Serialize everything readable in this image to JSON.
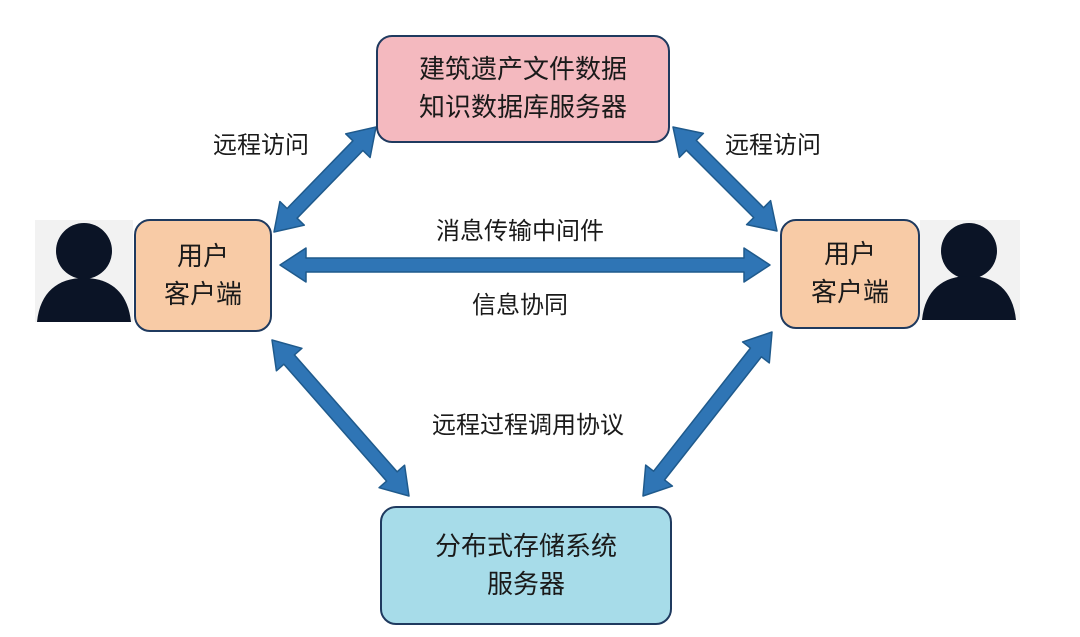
{
  "nodes": {
    "knowledge_server": {
      "line1": "建筑遗产文件数据",
      "line2": "知识数据库服务器"
    },
    "client_left": {
      "line1": "用户",
      "line2": "客户端"
    },
    "client_right": {
      "line1": "用户",
      "line2": "客户端"
    },
    "storage_server": {
      "line1": "分布式存储系统",
      "line2": "服务器"
    }
  },
  "edges": {
    "remote_access_left": "远程访问",
    "remote_access_right": "远程访问",
    "middleware": "消息传输中间件",
    "collaboration": "信息协同",
    "rpc": "远程过程调用协议"
  },
  "colors": {
    "knowledge_server": "#f4b9bf",
    "client": "#f8cba6",
    "storage_server": "#a7dce9",
    "arrow": "#2f75b5",
    "arrow_outline": "#1f5a8c",
    "user_icon": "#0b1426"
  },
  "icons": {
    "user_left": "user-silhouette-icon",
    "user_right": "user-silhouette-icon"
  }
}
